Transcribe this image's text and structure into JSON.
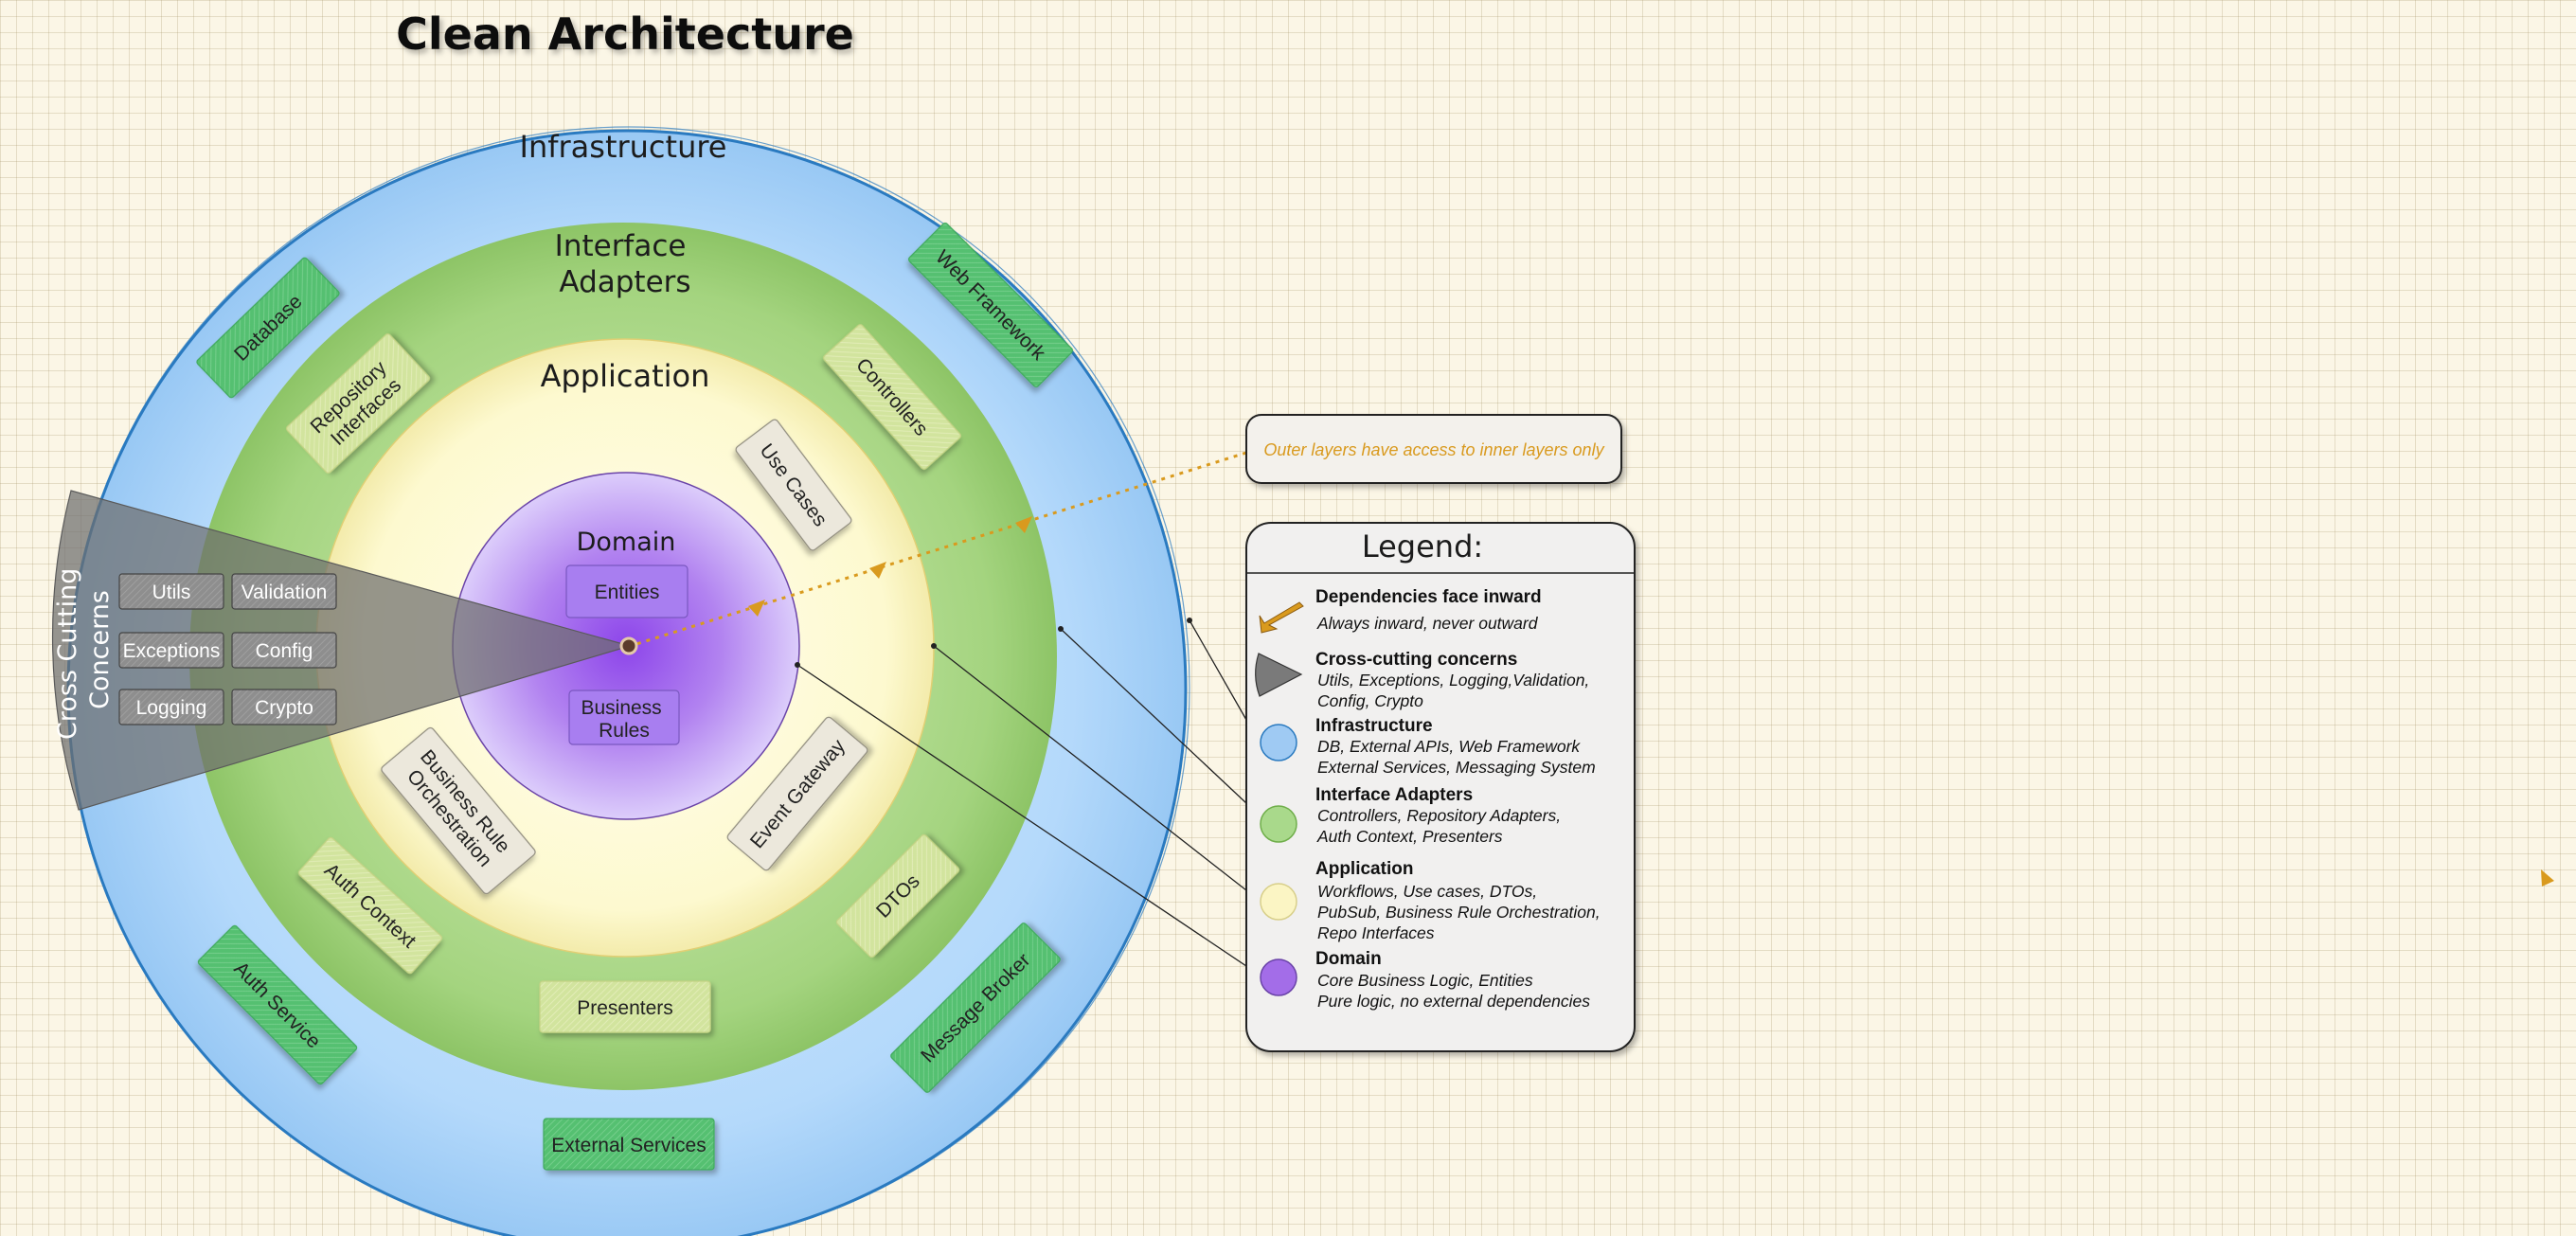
{
  "title": "Clean Architecture",
  "layers": {
    "infrastructure": "Infrastructure",
    "interface_adapters": [
      "Interface",
      "Adapters"
    ],
    "application": "Application",
    "domain": "Domain"
  },
  "boxes": {
    "database": "Database",
    "web_framework": "Web Framework",
    "auth_service": "Auth Service",
    "message_broker": "Message Broker",
    "external_services": "External Services",
    "repository_interfaces": [
      "Repository",
      "Interfaces"
    ],
    "controllers": "Controllers",
    "auth_context": "Auth Context",
    "dtos": "DTOs",
    "presenters": "Presenters",
    "use_cases": "Use Cases",
    "business_rule_orchestration": [
      "Business Rule",
      "Orchestration"
    ],
    "event_gateway": "Event Gateway",
    "entities": "Entities",
    "business_rules": [
      "Business",
      "Rules"
    ]
  },
  "cross_cutting": {
    "label": [
      "Cross Cutting",
      "Concerns"
    ],
    "items": [
      "Utils",
      "Validation",
      "Exceptions",
      "Config",
      "Logging",
      "Crypto"
    ]
  },
  "note": "Outer layers have access to inner layers only",
  "legend": {
    "title": "Legend:",
    "entries": [
      {
        "icon": "arrow-icon",
        "title": "Dependencies face inward",
        "lines": [
          "Always inward, never outward"
        ]
      },
      {
        "icon": "wedge-icon",
        "title": "Cross-cutting concerns",
        "lines": [
          "Utils, Exceptions, Logging,Validation,",
          "Config, Crypto"
        ]
      },
      {
        "icon": "blue-circle-icon",
        "title": "Infrastructure",
        "lines": [
          "DB, External APIs, Web Framework",
          "External Services, Messaging System"
        ]
      },
      {
        "icon": "green-circle-icon",
        "title": "Interface Adapters",
        "lines": [
          "Controllers, Repository Adapters,",
          "Auth Context, Presenters"
        ]
      },
      {
        "icon": "yellow-circle-icon",
        "title": "Application",
        "lines": [
          "Workflows, Use cases, DTOs,",
          "PubSub, Business Rule Orchestration,",
          "Repo Interfaces"
        ]
      },
      {
        "icon": "purple-circle-icon",
        "title": "Domain",
        "lines": [
          "Core Business Logic, Entities",
          "Pure logic, no external dependencies"
        ]
      }
    ]
  },
  "colors": {
    "infrastructure": "#9ecbf5",
    "interface_adapters": "#8fc869",
    "application": "#fbf7c6",
    "domain": "#b98cf0",
    "arrow": "#d99a1e",
    "dark_box": "#4fbd6c",
    "light_box": "#cfe29a"
  }
}
